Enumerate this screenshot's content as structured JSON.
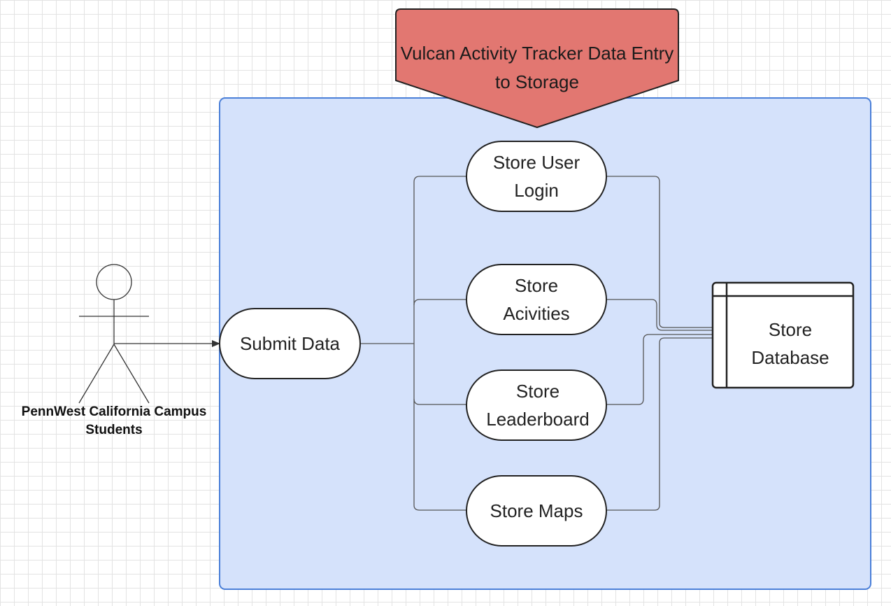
{
  "diagram": {
    "title": "Vulcan Activity Tracker Data Entry to Storage",
    "actor": {
      "label_line1": "PennWest California Campus",
      "label_line2": "Students"
    },
    "submit": {
      "label": "Submit Data"
    },
    "processes": [
      {
        "label": "Store User Login"
      },
      {
        "label": "Store Acivities"
      },
      {
        "label": "Store Leaderboard"
      },
      {
        "label": "Store Maps"
      }
    ],
    "database": {
      "label": "Store Database"
    }
  },
  "colors": {
    "boundary_fill": "#d5e2fb",
    "boundary_stroke": "#4a7fd8",
    "title_fill": "#e27771",
    "node_fill": "#ffffff",
    "line": "#333333"
  }
}
